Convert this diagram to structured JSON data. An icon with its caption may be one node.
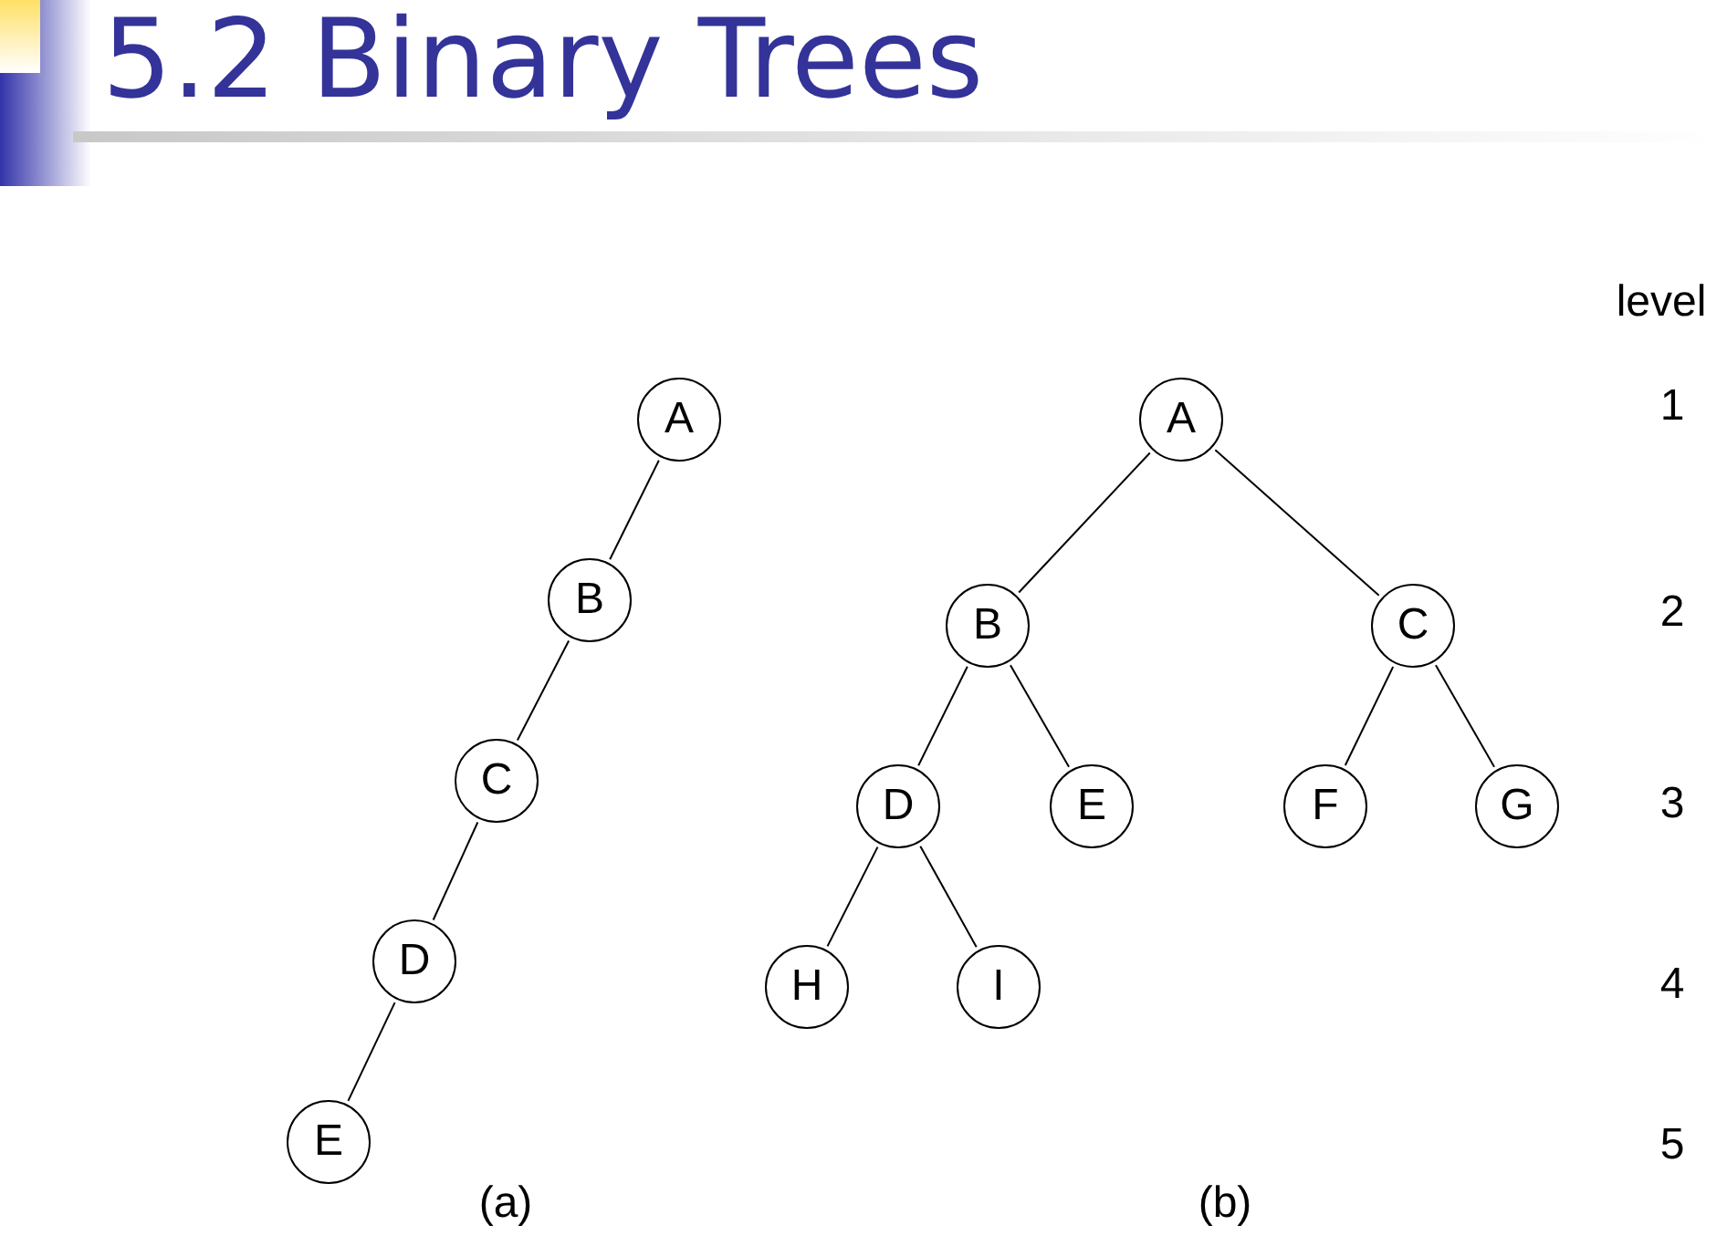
{
  "diagram": {
    "title": "5.2 Binary Trees",
    "nodes": [
      {
        "text": [
          "A"
        ]
      },
      {
        "text": [
          "B"
        ]
      },
      {
        "text": [
          "C"
        ]
      },
      {
        "text": [
          "D"
        ]
      },
      {
        "text": [
          "E"
        ]
      },
      {
        "text": [
          "A"
        ]
      },
      {
        "text": [
          "B"
        ]
      },
      {
        "text": [
          "C"
        ]
      },
      {
        "text": [
          "D"
        ]
      },
      {
        "text": [
          "E"
        ]
      },
      {
        "text": [
          "F"
        ]
      },
      {
        "text": [
          "G"
        ]
      },
      {
        "text": [
          "H"
        ]
      },
      {
        "text": [
          "I"
        ]
      }
    ],
    "edges": [
      {
        "from": 0,
        "to": 1,
        "arrow": "none"
      },
      {
        "from": 1,
        "to": 2,
        "arrow": "none"
      },
      {
        "from": 2,
        "to": 3,
        "arrow": "none"
      },
      {
        "from": 3,
        "to": 4,
        "arrow": "none"
      },
      {
        "from": 5,
        "to": 6,
        "arrow": "none"
      },
      {
        "from": 5,
        "to": 7,
        "arrow": "none"
      },
      {
        "from": 6,
        "to": 8,
        "arrow": "none"
      },
      {
        "from": 6,
        "to": 9,
        "arrow": "none"
      },
      {
        "from": 7,
        "to": 10,
        "arrow": "none"
      },
      {
        "from": 7,
        "to": 11,
        "arrow": "none"
      },
      {
        "from": 8,
        "to": 12,
        "arrow": "none"
      },
      {
        "from": 8,
        "to": 13,
        "arrow": "none"
      }
    ],
    "labels": [
      "level",
      "1",
      "2",
      "3",
      "4",
      "5",
      "(a)",
      "(b)"
    ]
  }
}
